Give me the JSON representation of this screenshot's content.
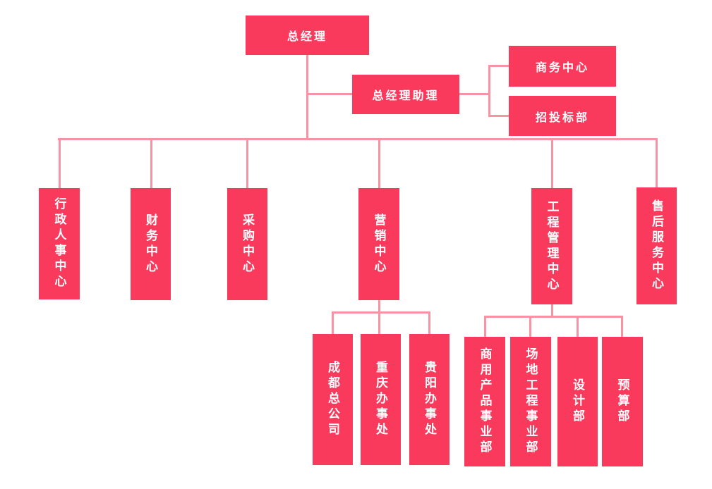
{
  "colors": {
    "box_fill": "#fa3a5c",
    "connector": "#f794a4",
    "label_text": "#ffffff",
    "background": "#ffffff"
  },
  "org": {
    "root": {
      "label": "总经理"
    },
    "assistant": {
      "label": "总经理助理",
      "children": [
        {
          "label": "商务中心"
        },
        {
          "label": "招投标部"
        }
      ]
    },
    "departments": [
      {
        "label": "行政人事中心"
      },
      {
        "label": "财务中心"
      },
      {
        "label": "采购中心"
      },
      {
        "label": "营销中心",
        "children": [
          {
            "label": "成都总公司"
          },
          {
            "label": "重庆办事处"
          },
          {
            "label": "贵阳办事处"
          }
        ]
      },
      {
        "label": "工程管理中心",
        "children": [
          {
            "label": "商用产品事业部"
          },
          {
            "label": "场地工程事业部"
          },
          {
            "label": "设计部"
          },
          {
            "label": "预算部"
          }
        ]
      },
      {
        "label": "售后服务中心"
      }
    ]
  }
}
